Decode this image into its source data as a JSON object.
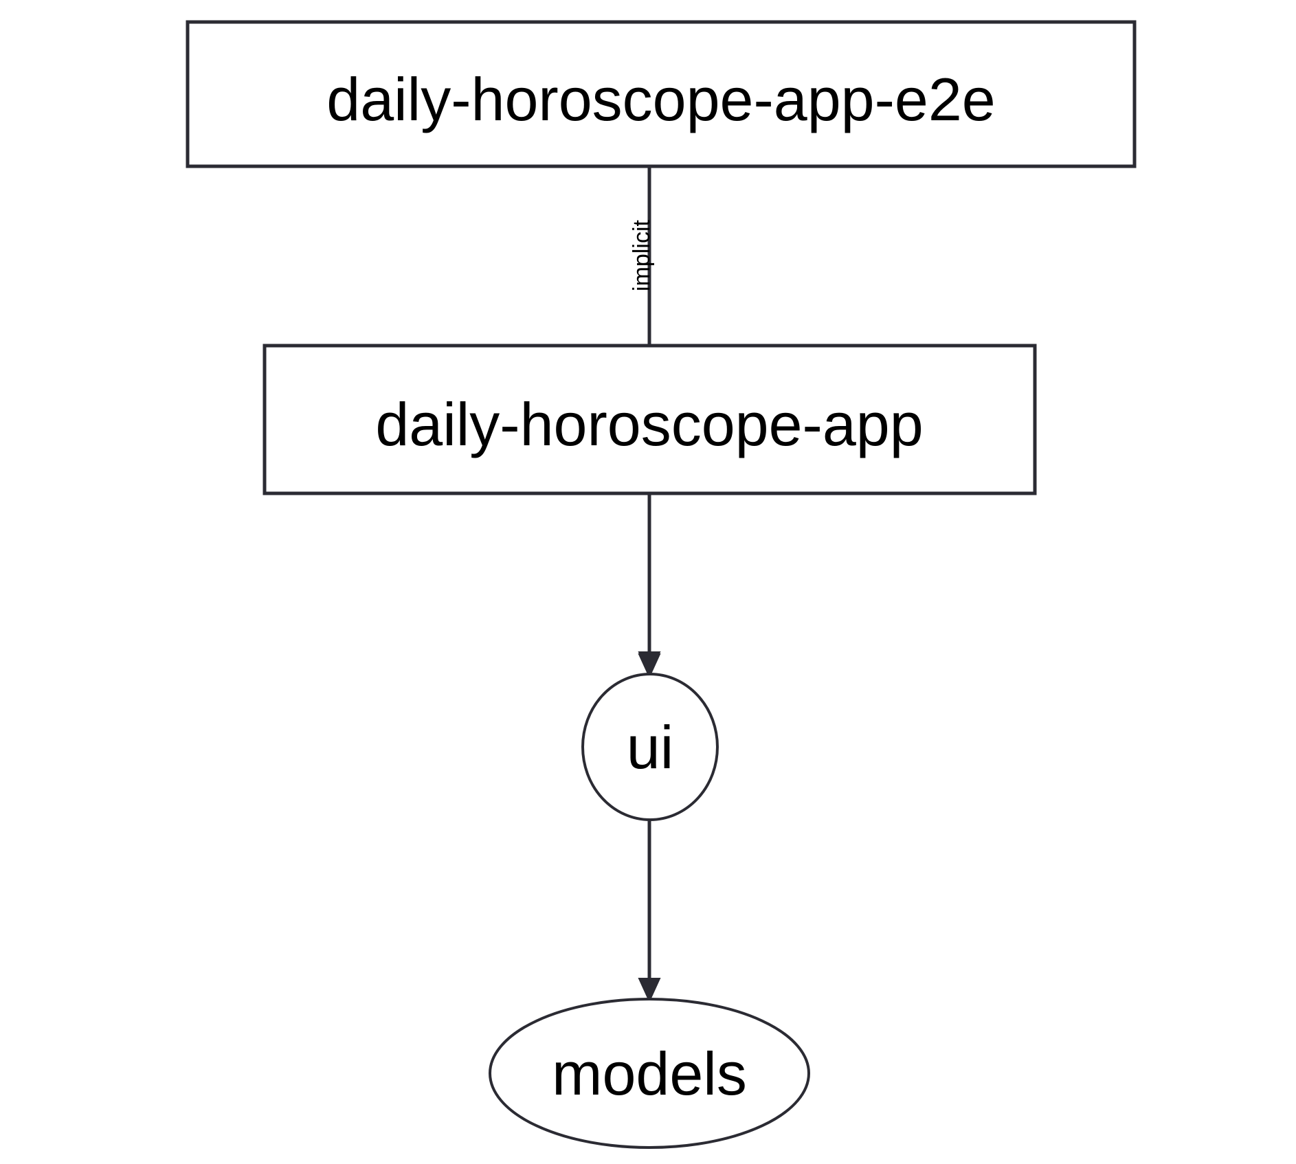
{
  "diagram": {
    "type": "dependency-graph",
    "orientation": "top-to-bottom",
    "background_color": "#ffffff",
    "line_color": "#2b2b33",
    "text_color": "#000000",
    "nodes": [
      {
        "id": "daily-horoscope-app-e2e",
        "label": "daily-horoscope-app-e2e",
        "shape": "rectangle"
      },
      {
        "id": "daily-horoscope-app",
        "label": "daily-horoscope-app",
        "shape": "rectangle"
      },
      {
        "id": "ui",
        "label": "ui",
        "shape": "ellipse"
      },
      {
        "id": "models",
        "label": "models",
        "shape": "ellipse"
      }
    ],
    "edges": [
      {
        "from": "daily-horoscope-app-e2e",
        "to": "daily-horoscope-app",
        "label": "implicit",
        "label_rotation": "-90"
      },
      {
        "from": "daily-horoscope-app",
        "to": "ui",
        "label": ""
      },
      {
        "from": "ui",
        "to": "models",
        "label": ""
      }
    ]
  }
}
